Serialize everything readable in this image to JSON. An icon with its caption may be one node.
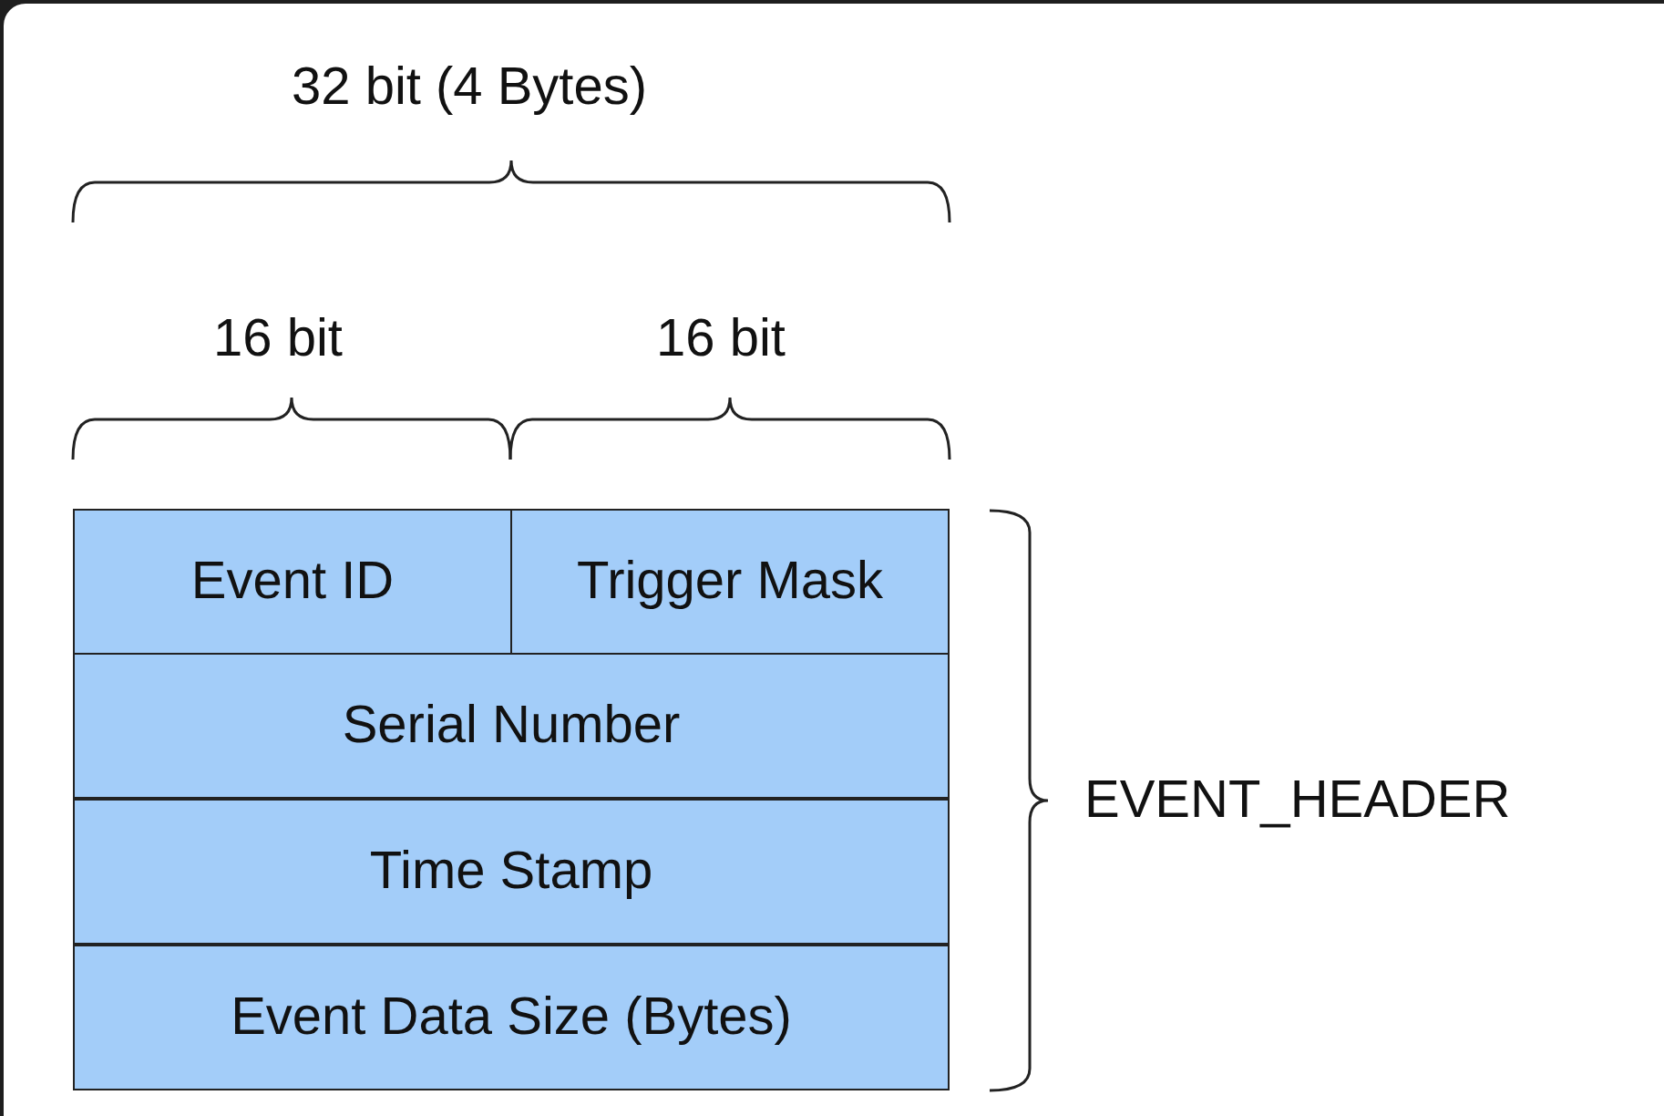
{
  "diagram": {
    "nodes": [
      {
        "text": [
          "Event ID"
        ]
      },
      {
        "text": [
          "Trigger Mask"
        ]
      },
      {
        "text": [
          "Serial Number"
        ]
      },
      {
        "text": [
          "Time Stamp"
        ]
      },
      {
        "text": [
          "Event Data Size (Bytes)"
        ]
      }
    ],
    "edges": [],
    "labels": [
      "32 bit (4 Bytes)",
      "16 bit",
      "16 bit",
      "EVENT_HEADER"
    ]
  }
}
